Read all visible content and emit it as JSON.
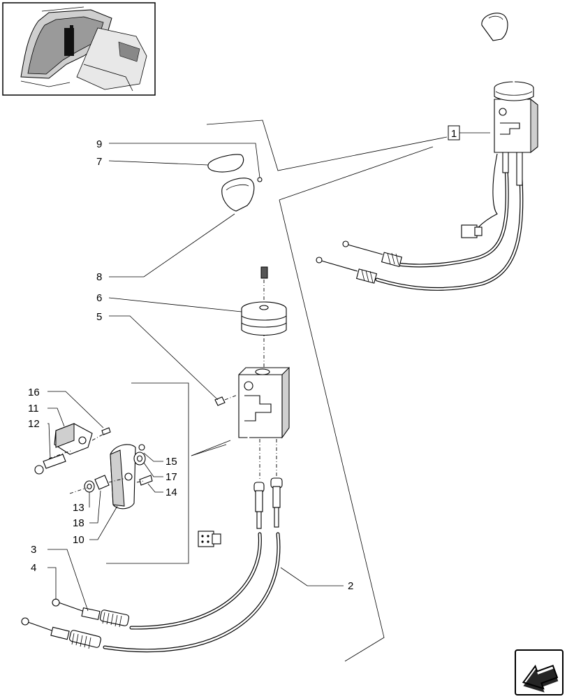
{
  "diagram": {
    "callouts": [
      {
        "id": "c1",
        "text": "1"
      },
      {
        "id": "c2",
        "text": "2"
      },
      {
        "id": "c3",
        "text": "3"
      },
      {
        "id": "c4",
        "text": "4"
      },
      {
        "id": "c5",
        "text": "5"
      },
      {
        "id": "c6",
        "text": "6"
      },
      {
        "id": "c7",
        "text": "7"
      },
      {
        "id": "c8",
        "text": "8"
      },
      {
        "id": "c9",
        "text": "9"
      },
      {
        "id": "c10",
        "text": "10"
      },
      {
        "id": "c11",
        "text": "11"
      },
      {
        "id": "c12",
        "text": "12"
      },
      {
        "id": "c13",
        "text": "13"
      },
      {
        "id": "c14",
        "text": "14"
      },
      {
        "id": "c15",
        "text": "15"
      },
      {
        "id": "c16",
        "text": "16"
      },
      {
        "id": "c17",
        "text": "17"
      },
      {
        "id": "c18",
        "text": "18"
      }
    ],
    "icons": {
      "thumbnail": "tractor-cab-location-thumbnail",
      "nav": "next-page-arrow-icon"
    }
  }
}
